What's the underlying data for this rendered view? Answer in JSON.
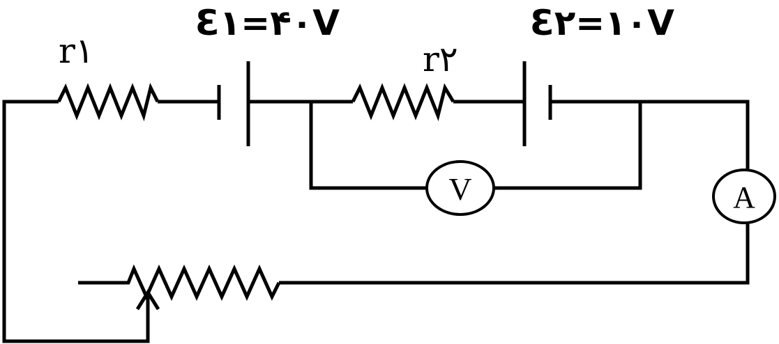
{
  "labels": {
    "r1": "r۱",
    "r2": "r۲",
    "emf1": "Ɛ۱=۴۰V",
    "emf2": "Ɛ۲=۱۰V"
  },
  "meters": {
    "voltmeter": "V",
    "ammeter": "A"
  },
  "colors": {
    "line": "#000000",
    "background": "#ffffff"
  }
}
